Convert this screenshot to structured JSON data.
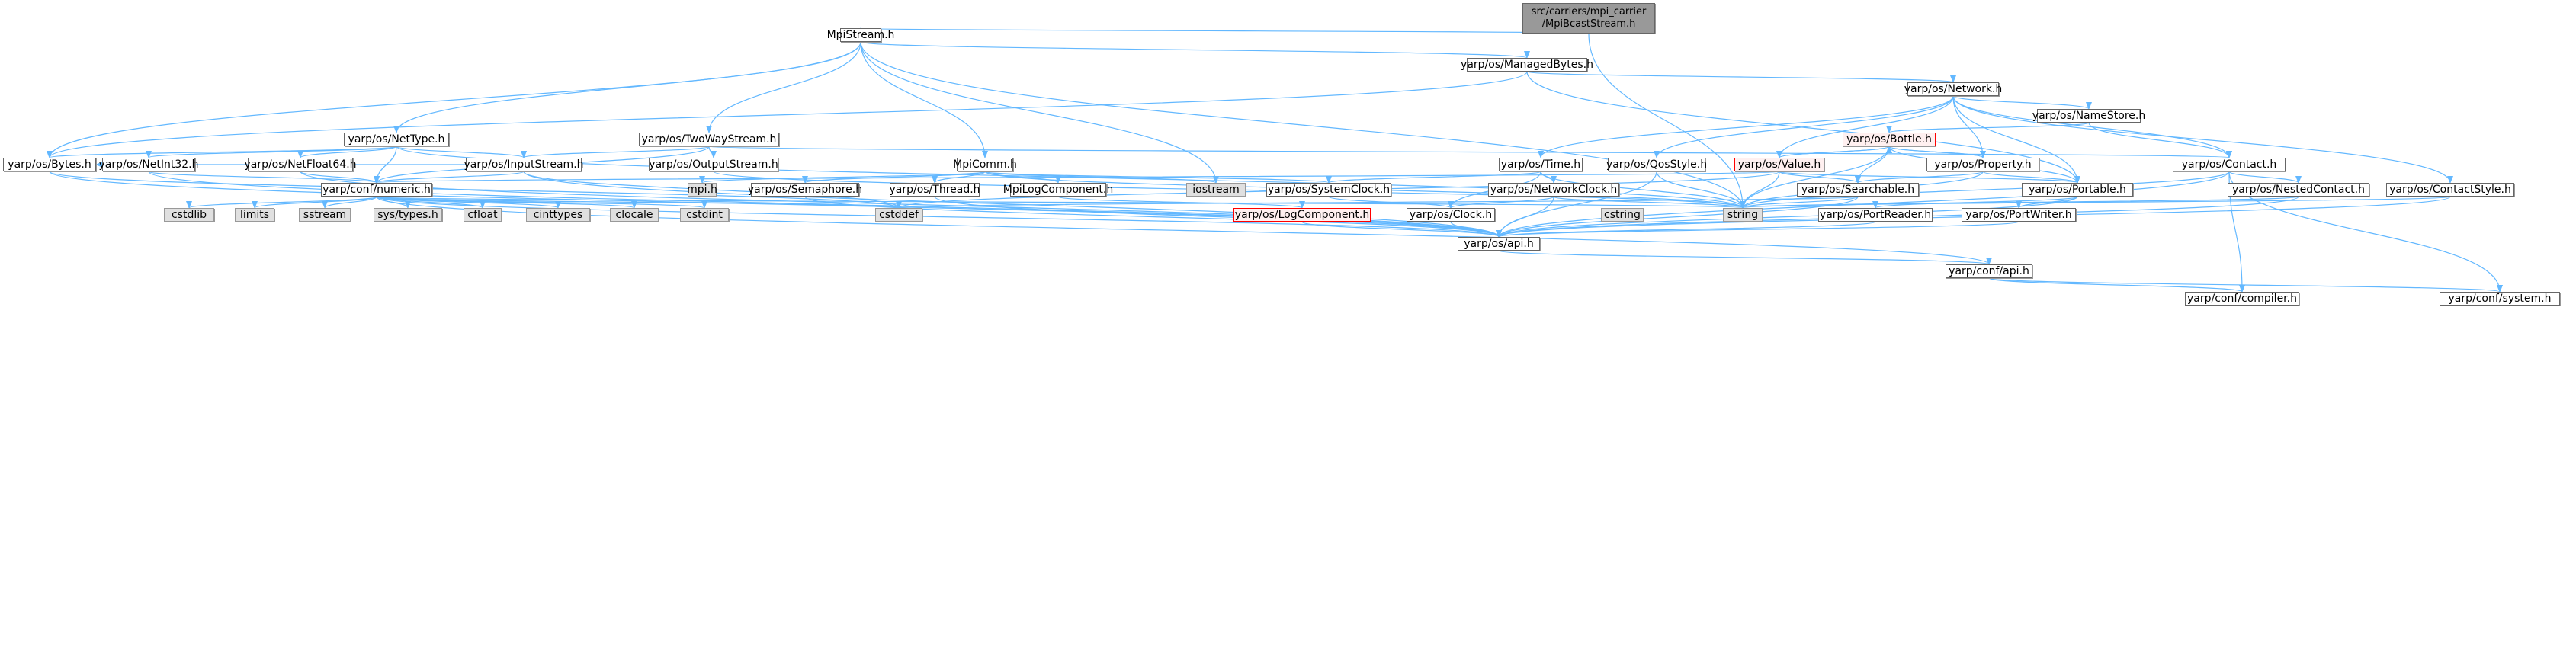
{
  "diagram": {
    "title": "Include dependency graph for src/carriers/mpi_carrier/MpiBcastStream.h",
    "colors": {
      "edge": "#63b8ff",
      "root_fill": "#999999",
      "sys_fill": "#e0e0e0",
      "red_border": "#ff0000"
    },
    "nodes": [
      {
        "id": "root",
        "label": "src/carriers/mpi_carrier\n/MpiBcastStream.h",
        "kind": "root"
      },
      {
        "id": "MpiStream",
        "label": "MpiStream.h",
        "kind": "normal"
      },
      {
        "id": "ManagedBytes",
        "label": "yarp/os/ManagedBytes.h",
        "kind": "normal"
      },
      {
        "id": "Network",
        "label": "yarp/os/Network.h",
        "kind": "normal"
      },
      {
        "id": "NameStore",
        "label": "yarp/os/NameStore.h",
        "kind": "normal"
      },
      {
        "id": "NetType",
        "label": "yarp/os/NetType.h",
        "kind": "normal"
      },
      {
        "id": "TwoWayStream",
        "label": "yarp/os/TwoWayStream.h",
        "kind": "normal"
      },
      {
        "id": "Bottle",
        "label": "yarp/os/Bottle.h",
        "kind": "red"
      },
      {
        "id": "Bytes",
        "label": "yarp/os/Bytes.h",
        "kind": "normal"
      },
      {
        "id": "NetInt32",
        "label": "yarp/os/NetInt32.h",
        "kind": "normal"
      },
      {
        "id": "NetFloat64",
        "label": "yarp/os/NetFloat64.h",
        "kind": "normal"
      },
      {
        "id": "InputStream",
        "label": "yarp/os/InputStream.h",
        "kind": "normal"
      },
      {
        "id": "OutputStream",
        "label": "yarp/os/OutputStream.h",
        "kind": "normal"
      },
      {
        "id": "MpiComm",
        "label": "MpiComm.h",
        "kind": "normal"
      },
      {
        "id": "Time",
        "label": "yarp/os/Time.h",
        "kind": "normal"
      },
      {
        "id": "QosStyle",
        "label": "yarp/os/QosStyle.h",
        "kind": "normal"
      },
      {
        "id": "Value",
        "label": "yarp/os/Value.h",
        "kind": "red"
      },
      {
        "id": "Property",
        "label": "yarp/os/Property.h",
        "kind": "normal"
      },
      {
        "id": "Contact",
        "label": "yarp/os/Contact.h",
        "kind": "normal"
      },
      {
        "id": "numeric",
        "label": "yarp/conf/numeric.h",
        "kind": "normal"
      },
      {
        "id": "mpi",
        "label": "mpi.h",
        "kind": "sys"
      },
      {
        "id": "Semaphore",
        "label": "yarp/os/Semaphore.h",
        "kind": "normal"
      },
      {
        "id": "Thread",
        "label": "yarp/os/Thread.h",
        "kind": "normal"
      },
      {
        "id": "MpiLogComponent",
        "label": "MpiLogComponent.h",
        "kind": "normal"
      },
      {
        "id": "iostream",
        "label": "iostream",
        "kind": "sys"
      },
      {
        "id": "SystemClock",
        "label": "yarp/os/SystemClock.h",
        "kind": "normal"
      },
      {
        "id": "NetworkClock",
        "label": "yarp/os/NetworkClock.h",
        "kind": "normal"
      },
      {
        "id": "Searchable",
        "label": "yarp/os/Searchable.h",
        "kind": "normal"
      },
      {
        "id": "Portable",
        "label": "yarp/os/Portable.h",
        "kind": "normal"
      },
      {
        "id": "NestedContact",
        "label": "yarp/os/NestedContact.h",
        "kind": "normal"
      },
      {
        "id": "ContactStyle",
        "label": "yarp/os/ContactStyle.h",
        "kind": "normal"
      },
      {
        "id": "cstdlib",
        "label": "cstdlib",
        "kind": "sys"
      },
      {
        "id": "limits",
        "label": "limits",
        "kind": "sys"
      },
      {
        "id": "sstream",
        "label": "sstream",
        "kind": "sys"
      },
      {
        "id": "systypes",
        "label": "sys/types.h",
        "kind": "sys"
      },
      {
        "id": "cfloat",
        "label": "cfloat",
        "kind": "sys"
      },
      {
        "id": "cinttypes",
        "label": "cinttypes",
        "kind": "sys"
      },
      {
        "id": "clocale",
        "label": "clocale",
        "kind": "sys"
      },
      {
        "id": "cstdint",
        "label": "cstdint",
        "kind": "sys"
      },
      {
        "id": "cstddef",
        "label": "cstddef",
        "kind": "sys"
      },
      {
        "id": "LogComponent",
        "label": "yarp/os/LogComponent.h",
        "kind": "red"
      },
      {
        "id": "Clock",
        "label": "yarp/os/Clock.h",
        "kind": "normal"
      },
      {
        "id": "cstring",
        "label": "cstring",
        "kind": "sys"
      },
      {
        "id": "string",
        "label": "string",
        "kind": "sys"
      },
      {
        "id": "PortReader",
        "label": "yarp/os/PortReader.h",
        "kind": "normal"
      },
      {
        "id": "PortWriter",
        "label": "yarp/os/PortWriter.h",
        "kind": "normal"
      },
      {
        "id": "api",
        "label": "yarp/os/api.h",
        "kind": "normal"
      },
      {
        "id": "confapi",
        "label": "yarp/conf/api.h",
        "kind": "normal"
      },
      {
        "id": "compiler",
        "label": "yarp/conf/compiler.h",
        "kind": "normal"
      },
      {
        "id": "system",
        "label": "yarp/conf/system.h",
        "kind": "normal"
      }
    ],
    "edges": [
      [
        "root",
        "MpiStream"
      ],
      [
        "root",
        "string"
      ],
      [
        "MpiStream",
        "ManagedBytes"
      ],
      [
        "MpiStream",
        "NetType"
      ],
      [
        "MpiStream",
        "TwoWayStream"
      ],
      [
        "MpiStream",
        "Bytes"
      ],
      [
        "MpiStream",
        "MpiComm"
      ],
      [
        "MpiStream",
        "iostream"
      ],
      [
        "MpiStream",
        "string"
      ],
      [
        "ManagedBytes",
        "Network"
      ],
      [
        "ManagedBytes",
        "Bytes"
      ],
      [
        "ManagedBytes",
        "Portable"
      ],
      [
        "Network",
        "NameStore"
      ],
      [
        "Network",
        "Time"
      ],
      [
        "Network",
        "QosStyle"
      ],
      [
        "Network",
        "Value"
      ],
      [
        "Network",
        "Property"
      ],
      [
        "Network",
        "Contact"
      ],
      [
        "Network",
        "Portable"
      ],
      [
        "Network",
        "ContactStyle"
      ],
      [
        "NameStore",
        "Bottle"
      ],
      [
        "NameStore",
        "Contact"
      ],
      [
        "NetType",
        "Bytes"
      ],
      [
        "NetType",
        "NetInt32"
      ],
      [
        "NetType",
        "NetFloat64"
      ],
      [
        "NetType",
        "InputStream"
      ],
      [
        "NetType",
        "numeric"
      ],
      [
        "NetType",
        "string"
      ],
      [
        "TwoWayStream",
        "InputStream"
      ],
      [
        "TwoWayStream",
        "OutputStream"
      ],
      [
        "TwoWayStream",
        "Contact"
      ],
      [
        "TwoWayStream",
        "numeric"
      ],
      [
        "Bottle",
        "Value"
      ],
      [
        "Bottle",
        "Property"
      ],
      [
        "Bottle",
        "Searchable"
      ],
      [
        "Bottle",
        "Portable"
      ],
      [
        "Bottle",
        "string"
      ],
      [
        "Value",
        "Bottle"
      ],
      [
        "Value",
        "Searchable"
      ],
      [
        "Value",
        "Portable"
      ],
      [
        "Value",
        "numeric"
      ],
      [
        "Value",
        "string"
      ],
      [
        "Value",
        "cstddef"
      ],
      [
        "Property",
        "Bottle"
      ],
      [
        "Property",
        "Searchable"
      ],
      [
        "Property",
        "Portable"
      ],
      [
        "Property",
        "string"
      ],
      [
        "Contact",
        "NestedContact"
      ],
      [
        "Contact",
        "string"
      ],
      [
        "Contact",
        "api"
      ],
      [
        "Contact",
        "compiler"
      ],
      [
        "Contact",
        "system"
      ],
      [
        "Bytes",
        "cstddef"
      ],
      [
        "Bytes",
        "api"
      ],
      [
        "NetInt32",
        "numeric"
      ],
      [
        "NetInt32",
        "api"
      ],
      [
        "NetFloat64",
        "numeric"
      ],
      [
        "NetFloat64",
        "api"
      ],
      [
        "InputStream",
        "numeric"
      ],
      [
        "InputStream",
        "Bytes"
      ],
      [
        "InputStream",
        "api"
      ],
      [
        "InputStream",
        "cstddef"
      ],
      [
        "OutputStream",
        "string"
      ],
      [
        "MpiComm",
        "mpi"
      ],
      [
        "MpiComm",
        "Semaphore"
      ],
      [
        "MpiComm",
        "Thread"
      ],
      [
        "MpiComm",
        "MpiLogComponent"
      ],
      [
        "MpiComm",
        "iostream"
      ],
      [
        "MpiComm",
        "SystemClock"
      ],
      [
        "MpiComm",
        "string"
      ],
      [
        "Time",
        "SystemClock"
      ],
      [
        "Time",
        "NetworkClock"
      ],
      [
        "Time",
        "Clock"
      ],
      [
        "Time",
        "string"
      ],
      [
        "QosStyle",
        "string"
      ],
      [
        "QosStyle",
        "api"
      ],
      [
        "numeric",
        "cstdlib"
      ],
      [
        "numeric",
        "limits"
      ],
      [
        "numeric",
        "sstream"
      ],
      [
        "numeric",
        "systypes"
      ],
      [
        "numeric",
        "cfloat"
      ],
      [
        "numeric",
        "cinttypes"
      ],
      [
        "numeric",
        "clocale"
      ],
      [
        "numeric",
        "cstdint"
      ],
      [
        "numeric",
        "cstddef"
      ],
      [
        "numeric",
        "string"
      ],
      [
        "numeric",
        "confapi"
      ],
      [
        "numeric",
        "api"
      ],
      [
        "Semaphore",
        "api"
      ],
      [
        "Thread",
        "api"
      ],
      [
        "MpiLogComponent",
        "LogComponent"
      ],
      [
        "SystemClock",
        "Clock"
      ],
      [
        "NetworkClock",
        "Clock"
      ],
      [
        "NetworkClock",
        "string"
      ],
      [
        "NetworkClock",
        "api"
      ],
      [
        "Searchable",
        "cstddef"
      ],
      [
        "Searchable",
        "string"
      ],
      [
        "Searchable",
        "api"
      ],
      [
        "Portable",
        "PortReader"
      ],
      [
        "Portable",
        "PortWriter"
      ],
      [
        "Portable",
        "api"
      ],
      [
        "NestedContact",
        "string"
      ],
      [
        "NestedContact",
        "api"
      ],
      [
        "ContactStyle",
        "string"
      ],
      [
        "ContactStyle",
        "api"
      ],
      [
        "LogComponent",
        "api"
      ],
      [
        "Clock",
        "api"
      ],
      [
        "PortReader",
        "api"
      ],
      [
        "PortWriter",
        "api"
      ],
      [
        "api",
        "confapi"
      ],
      [
        "confapi",
        "compiler"
      ],
      [
        "confapi",
        "system"
      ]
    ]
  }
}
